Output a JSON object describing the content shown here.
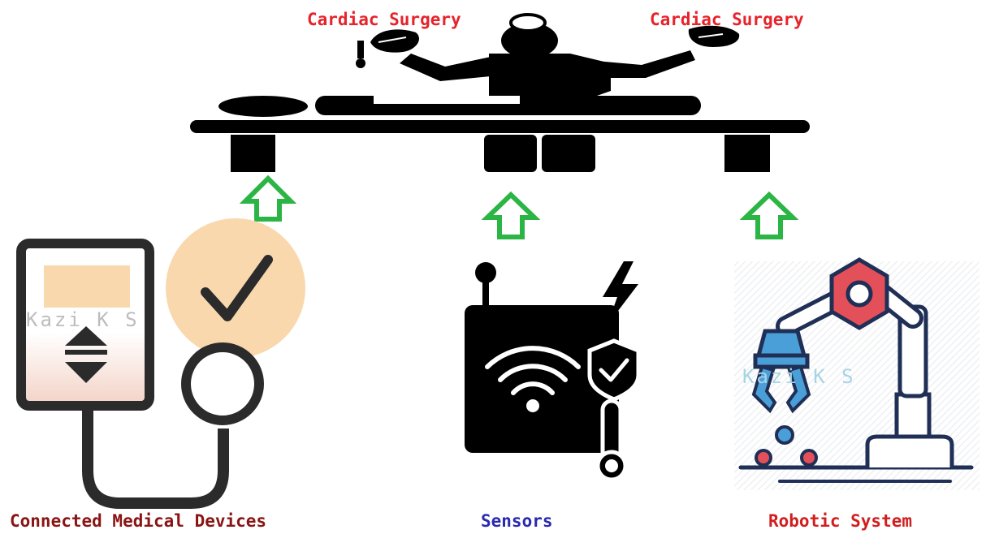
{
  "labels": {
    "top_left": "Cardiac Surgery",
    "top_right": "Cardiac Surgery",
    "bottom_left": "Connected Medical Devices",
    "bottom_middle": "Sensors",
    "bottom_right": "Robotic System"
  },
  "watermarks": {
    "left": "Kazi K S",
    "right": "Kazi K S"
  },
  "icons": [
    "surgery-scene-icon",
    "upload-arrow-icon",
    "blood-pressure-monitor-icon",
    "checkmark-icon",
    "iot-sensor-icon",
    "robotic-arm-icon"
  ],
  "colors": {
    "label_red": "#e8222a",
    "label_dark_red": "#8a1414",
    "label_blue": "#2a2ab0",
    "arrow_green": "#2bb544",
    "accent_peach": "#f9d8ad",
    "robot_red": "#e4505a",
    "robot_blue": "#4a9fd8",
    "robot_navy": "#1f2f55"
  }
}
